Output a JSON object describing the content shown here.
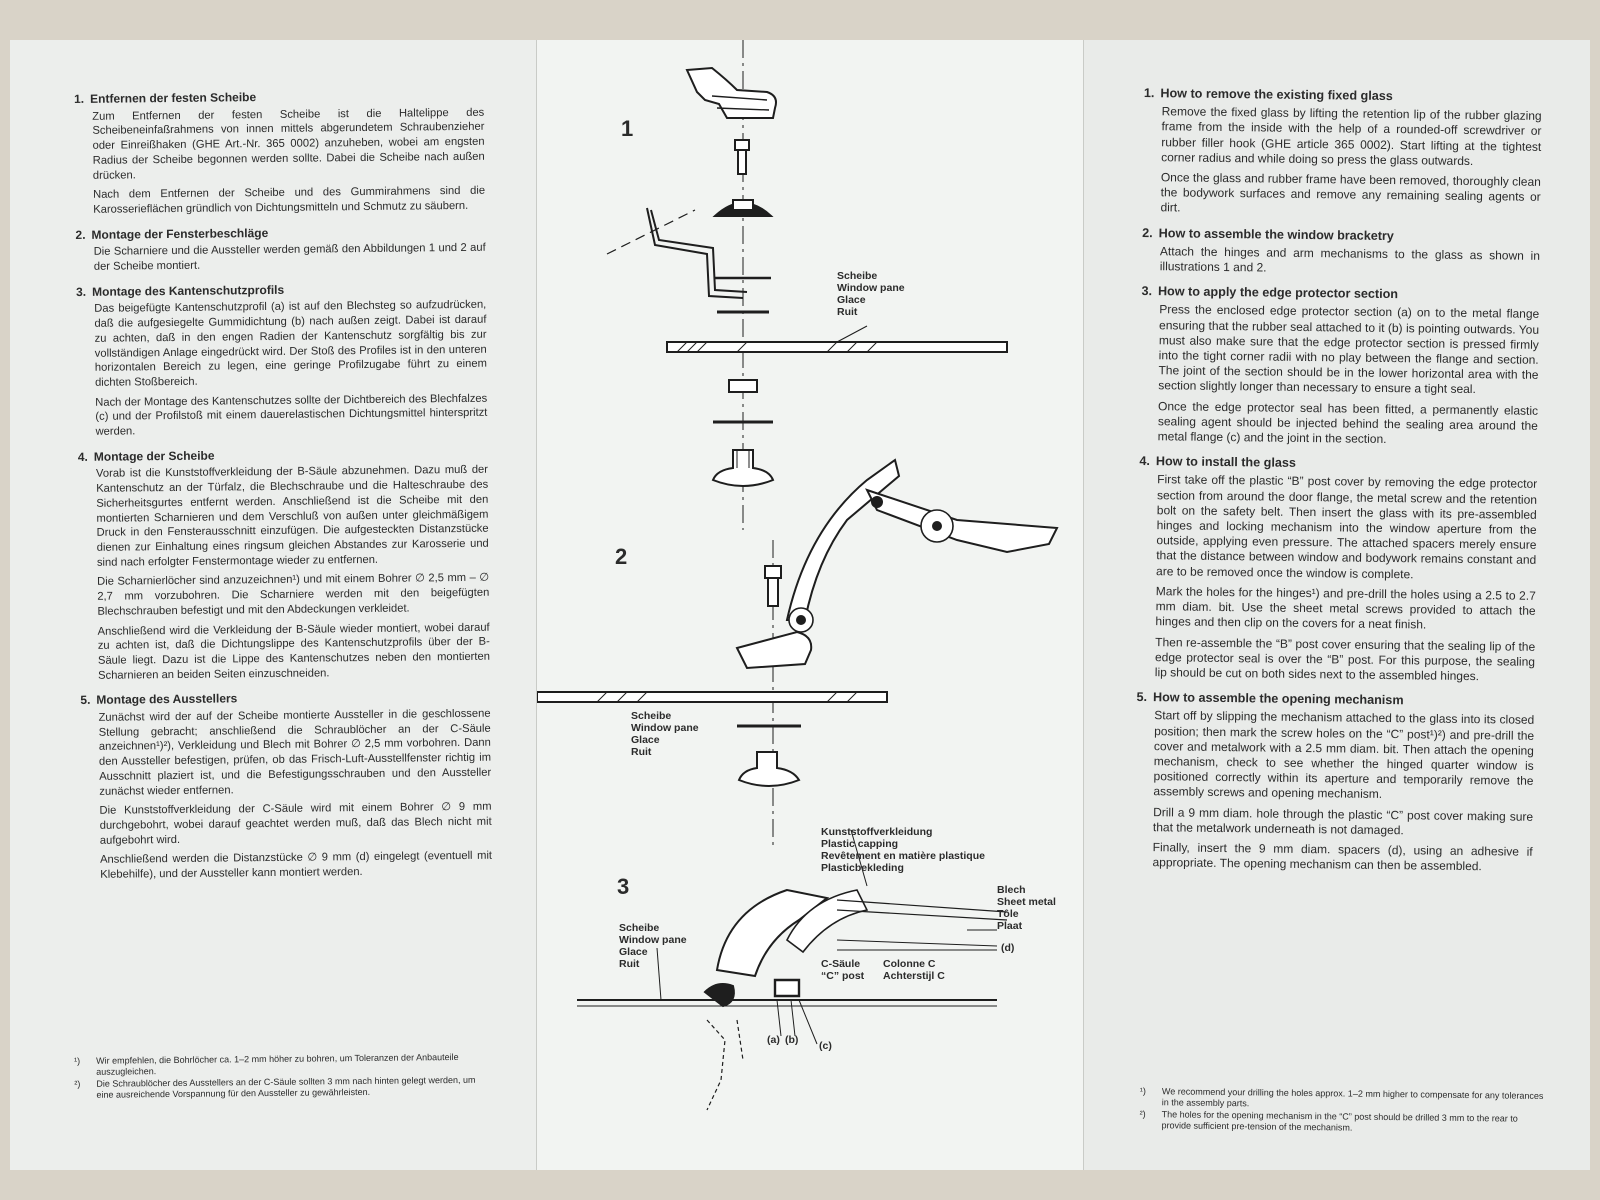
{
  "german": {
    "sections": [
      {
        "num": "1.",
        "title": "Entfernen der festen Scheibe",
        "paragraphs": [
          "Zum Entfernen der festen Scheibe ist die Haltelippe des Scheibeneinfaßrahmens von innen mittels abgerundetem Schraubenzieher oder Einreißhaken (GHE Art.-Nr. 365 0002) anzuheben, wobei am engsten Radius der Scheibe begonnen werden sollte. Dabei die Scheibe nach außen drücken.",
          "Nach dem Entfernen der Scheibe und des Gummirahmens sind die Karosserieflächen gründlich von Dichtungsmitteln und Schmutz zu säubern."
        ]
      },
      {
        "num": "2.",
        "title": "Montage der Fensterbeschläge",
        "paragraphs": [
          "Die Scharniere und die Aussteller werden gemäß den Abbildungen 1 und 2 auf der Scheibe montiert."
        ]
      },
      {
        "num": "3.",
        "title": "Montage des Kantenschutzprofils",
        "paragraphs": [
          "Das beigefügte Kantenschutzprofil (a) ist auf den Blechsteg so aufzudrücken, daß die aufgesiegelte Gummidichtung (b) nach außen zeigt. Dabei ist darauf zu achten, daß in den engen Radien der Kantenschutz sorgfältig bis zur vollständigen Anlage eingedrückt wird. Der Stoß des Profiles ist in den unteren horizontalen Bereich zu legen, eine geringe Profilzugabe führt zu einem dichten Stoßbereich.",
          "Nach der Montage des Kantenschutzes sollte der Dichtbereich des Blechfalzes (c) und der Profilstoß mit einem dauerelastischen Dichtungsmittel hinterspritzt werden."
        ]
      },
      {
        "num": "4.",
        "title": "Montage der Scheibe",
        "paragraphs": [
          "Vorab ist die Kunststoffverkleidung der B-Säule abzunehmen. Dazu muß der Kantenschutz an der Türfalz, die Blechschraube und die Halteschraube des Sicherheitsgurtes entfernt werden. Anschließend ist die Scheibe mit den montierten Scharnieren und dem Verschluß von außen unter gleichmäßigem Druck in den Fensterausschnitt einzufügen. Die aufgesteckten Distanzstücke dienen zur Einhaltung eines ringsum gleichen Abstandes zur Karosserie und sind nach erfolgter Fenstermontage wieder zu entfernen.",
          "Die Scharnierlöcher sind anzuzeichnen¹) und mit einem Bohrer ∅ 2,5 mm – ∅ 2,7 mm vorzubohren. Die Scharniere werden mit den beigefügten Blechschrauben befestigt und mit den Abdeckungen verkleidet.",
          "Anschließend wird die Verkleidung der B-Säule wieder montiert, wobei darauf zu achten ist, daß die Dichtungslippe des Kantenschutzprofils über der B-Säule liegt. Dazu ist die Lippe des Kantenschutzes neben den montierten Scharnieren an beiden Seiten einzuschneiden."
        ]
      },
      {
        "num": "5.",
        "title": "Montage des Ausstellers",
        "paragraphs": [
          "Zunächst wird der auf der Scheibe montierte Aussteller in die geschlossene Stellung gebracht; anschließend die Schraublöcher an der C-Säule anzeichnen¹)²), Verkleidung und Blech mit Bohrer ∅ 2,5 mm vorbohren. Dann den Aussteller befestigen, prüfen, ob das Frisch-Luft-Ausstellfenster richtig im Ausschnitt plaziert ist, und die Befestigungsschrauben und den Aussteller zunächst wieder entfernen.",
          "Die Kunststoffverkleidung der C-Säule wird mit einem Bohrer ∅ 9 mm durchgebohrt, wobei darauf geachtet werden muß, daß das Blech nicht mit aufgebohrt wird.",
          "Anschließend werden die Distanzstücke ∅ 9 mm (d) eingelegt (eventuell mit Klebehilfe), und der Aussteller kann montiert werden."
        ]
      }
    ],
    "footnotes": [
      {
        "mark": "¹)",
        "text": "Wir empfehlen, die Bohrlöcher ca. 1–2 mm höher zu bohren, um Toleranzen der Anbauteile auszugleichen."
      },
      {
        "mark": "²)",
        "text": "Die Schraublöcher des Ausstellers an der C-Säule sollten 3 mm nach hinten gelegt werden, um eine ausreichende Vorspannung für den Aussteller zu gewährleisten."
      }
    ]
  },
  "english": {
    "sections": [
      {
        "num": "1.",
        "title": "How to remove the existing fixed glass",
        "paragraphs": [
          "Remove the fixed glass by lifting the retention lip of the rubber glazing frame from the inside with the help of a rounded-off screwdriver or rubber filler hook (GHE article 365 0002). Start lifting at the tightest corner radius and while doing so press the glass outwards.",
          "Once the glass and rubber frame have been removed, thoroughly clean the bodywork surfaces and remove any remaining sealing agents or dirt."
        ]
      },
      {
        "num": "2.",
        "title": "How to assemble the window bracketry",
        "paragraphs": [
          "Attach the hinges and arm mechanisms to the glass as shown in illustrations 1 and 2."
        ]
      },
      {
        "num": "3.",
        "title": "How to apply the edge protector section",
        "paragraphs": [
          "Press the enclosed edge protector section (a) on to the metal flange ensuring that the rubber seal attached to it (b) is pointing outwards. You must also make sure that the edge protector section is pressed firmly into the tight corner radii with no play between the flange and section. The joint of the section should be in the lower horizontal area with the section slightly longer than necessary to ensure a tight seal.",
          "Once the edge protector seal has been fitted, a permanently elastic sealing agent should be injected behind the sealing area around the metal flange (c) and the joint in the section."
        ]
      },
      {
        "num": "4.",
        "title": "How to install the glass",
        "paragraphs": [
          "First take off the plastic “B” post cover by removing the edge protector section from around the door flange, the metal screw and the retention bolt on the safety belt. Then insert the glass with its pre-assembled hinges and locking mechanism into the window aperture from the outside, applying even pressure. The attached spacers merely ensure that the distance between window and bodywork remains constant and are to be removed once the window is complete.",
          "Mark the holes for the hinges¹) and pre-drill the holes using a 2.5 to 2.7 mm diam. bit. Use the sheet metal screws provided to attach the hinges and then clip on the covers for a neat finish.",
          "Then re-assemble the “B” post cover ensuring that the sealing lip of the edge protector seal is over the “B” post. For this purpose, the sealing lip should be cut on both sides next to the assembled hinges."
        ]
      },
      {
        "num": "5.",
        "title": "How to assemble the opening mechanism",
        "paragraphs": [
          "Start off by slipping the mechanism attached to the glass into its closed position; then mark the screw holes on the “C” post¹)²) and pre-drill the cover and metalwork with a 2.5 mm diam. bit. Then attach the opening mechanism, check to see whether the hinged quarter window is positioned correctly within its aperture and temporarily remove the assembly screws and opening mechanism.",
          "Drill a 9 mm diam. hole through the plastic “C” post cover making sure that the metalwork underneath is not damaged.",
          "Finally, insert the 9 mm diam. spacers (d), using an adhesive if appropriate. The opening mechanism can then be assembled."
        ]
      }
    ],
    "footnotes": [
      {
        "mark": "¹)",
        "text": "We recommend your drilling the holes approx. 1–2 mm higher to compensate for any tolerances in the assembly parts."
      },
      {
        "mark": "²)",
        "text": "The holes for the opening mechanism in the “C” post should be drilled 3 mm to the rear to provide sufficient pre-tension of the mechanism."
      }
    ]
  },
  "illustrations": {
    "fig1": {
      "number": "1",
      "pane_labels": [
        "Scheibe",
        "Window pane",
        "Glace",
        "Ruit"
      ]
    },
    "fig2": {
      "number": "2",
      "pane_labels": [
        "Scheibe",
        "Window pane",
        "Glace",
        "Ruit"
      ]
    },
    "fig3": {
      "number": "3",
      "capping_labels": [
        "Kunststoffverkleidung",
        "Plastic capping",
        "Revêtement en matière plastique",
        "Plasticbekleding"
      ],
      "sheet_labels": [
        "Blech",
        "Sheet metal",
        "Tôle",
        "Plaat"
      ],
      "pane_labels": [
        "Scheibe",
        "Window pane",
        "Glace",
        "Ruit"
      ],
      "post_labels": [
        "C-Säule",
        "“C” post"
      ],
      "post_labels_fr_nl": [
        "Colonne C",
        "Achterstijl C"
      ],
      "callouts": {
        "a": "(a)",
        "b": "(b)",
        "c": "(c)",
        "d": "(d)"
      }
    }
  }
}
